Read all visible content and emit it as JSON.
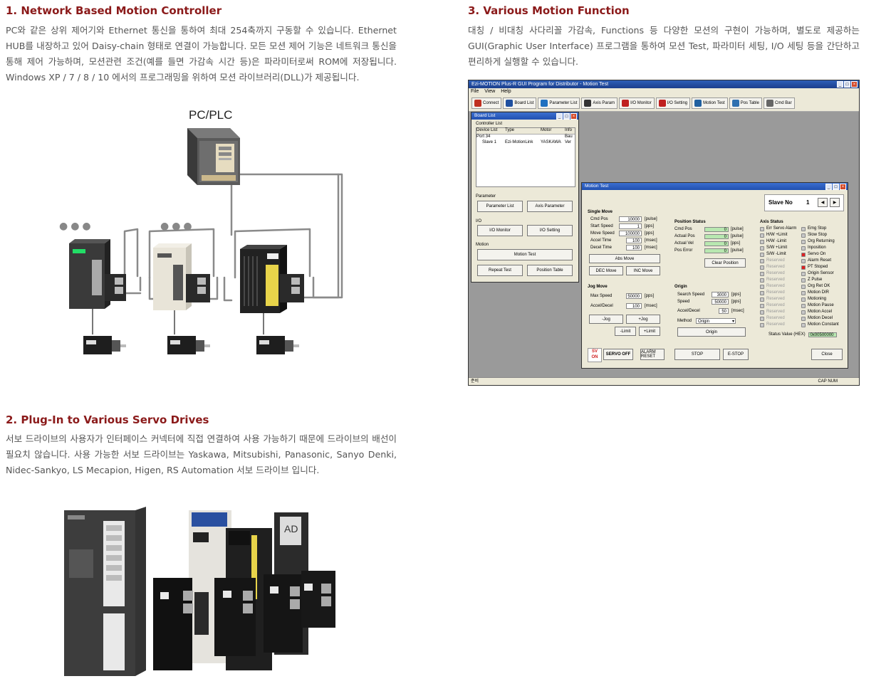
{
  "section1": {
    "title": "1. Network Based Motion Controller",
    "body": "PC와 같은 상위 제어기와 Ethernet 통신을 통하여 최대 254축까지 구동할 수 있습니다. Ethernet HUB를 내장하고 있어 Daisy-chain 형태로 연결이 가능합니다. 모든 모션 제어 기능은 네트워크 통신을 통해 제어 가능하며, 모션관련 조건(예를 들면 가감속 시간 등)은 파라미터로써 ROM에 저장됩니다. Windows XP / 7 / 8 / 10 에서의 프로그래밍을 위하여 모션 라이브러리(DLL)가 제공됩니다.",
    "diagram_label": "PC/PLC"
  },
  "section2": {
    "title": "2. Plug-In to Various Servo Drives",
    "body": "서보 드라이브의 사용자가 인터페이스 커넥터에 직접 연결하여 사용 가능하기 때문에 드라이브의 배선이 필요치 않습니다. 사용 가능한 서보 드라이브는 Yaskawa, Mitsubishi, Panasonic, Sanyo Denki, Nidec-Sankyo, LS Mecapion, Higen, RS Automation 서보 드라이브 입니다."
  },
  "section3": {
    "title": "3. Various Motion Function",
    "body": "대칭 / 비대칭 사다리꼴 가감속, Functions 등 다양한 모션의 구현이 가능하며, 별도로 제공하는 GUI(Graphic User Interface) 프로그램을 통하여 모션 Test, 파라미터 세팅, I/O 세팅 등을 간단하고 편리하게 실행할 수 있습니다."
  },
  "gui": {
    "title": "Ezi-MOTION Plus-R GUI Program for Distributor - Motion Test",
    "menu": [
      "File",
      "View",
      "Help"
    ],
    "toolbar": [
      {
        "label": "Connect",
        "icon": "plug-icon",
        "color": "#c03020"
      },
      {
        "label": "Board List",
        "icon": "board-icon",
        "color": "#2050a0"
      },
      {
        "label": "Parameter List",
        "icon": "list-icon",
        "color": "#2070c0"
      },
      {
        "label": "Axis Param",
        "icon": "axis-icon",
        "color": "#333333"
      },
      {
        "label": "I/O Monitor",
        "icon": "io-monitor-icon",
        "color": "#c02020"
      },
      {
        "label": "I/O Setting",
        "icon": "io-setting-icon",
        "color": "#c02020"
      },
      {
        "label": "Motion Test",
        "icon": "motion-icon",
        "color": "#2060a0"
      },
      {
        "label": "Pos Table",
        "icon": "table-icon",
        "color": "#3070b0"
      },
      {
        "label": "Cmd Bar",
        "icon": "cmd-icon",
        "color": "#666666"
      }
    ],
    "board_list": {
      "title": "Board List",
      "controller_list": "Controller List",
      "columns": [
        "Device List",
        "Type",
        "Motor",
        "Info"
      ],
      "rows": [
        {
          "device": "Port 34",
          "type": "",
          "motor": "",
          "info": "Bau"
        },
        {
          "device": "Slave 1",
          "type": "Ezi-MotionLink",
          "motor": "YASKAWA",
          "info": "Ver"
        }
      ],
      "parameter_group": "Parameter",
      "param_list_btn": "Parameter List",
      "axis_param_btn": "Axis Parameter",
      "io_group": "I/O",
      "io_monitor_btn": "I/O Monitor",
      "io_setting_btn": "I/O Setting",
      "motion_group": "Motion",
      "motion_test_btn": "Motion Test",
      "repeat_test_btn": "Repeat Test",
      "position_table_btn": "Position Table"
    },
    "motion_test": {
      "title": "Motion Test",
      "slave_label": "Slave No",
      "slave_no": "1",
      "single_move": {
        "title": "Single Move",
        "fields": [
          {
            "label": "Cmd Pos",
            "value": "10000",
            "unit": "[pulse]"
          },
          {
            "label": "Start Speed",
            "value": "1",
            "unit": "[pps]"
          },
          {
            "label": "Move Speed",
            "value": "100000",
            "unit": "[pps]"
          },
          {
            "label": "Accel Time",
            "value": "100",
            "unit": "[msec]"
          },
          {
            "label": "Decel Time",
            "value": "100",
            "unit": "[msec]"
          }
        ],
        "abs_move": "Abs Move",
        "dec_move": "DEC Move",
        "inc_move": "INC Move"
      },
      "position_status": {
        "title": "Position Status",
        "fields": [
          {
            "label": "Cmd Pos",
            "value": "0",
            "unit": "[pulse]"
          },
          {
            "label": "Actual Pos",
            "value": "0",
            "unit": "[pulse]"
          },
          {
            "label": "Actual Vel",
            "value": "0",
            "unit": "[pps]"
          },
          {
            "label": "Pos Error",
            "value": "0",
            "unit": "[pulse]"
          }
        ],
        "clear_btn": "Clear Position"
      },
      "jog_move": {
        "title": "Jog Move",
        "fields": [
          {
            "label": "Max Speed",
            "value": "50000",
            "unit": "[pps]"
          },
          {
            "label": "Accel/Decel",
            "value": "100",
            "unit": "[msec]"
          }
        ],
        "minus_jog": "-Jog",
        "plus_jog": "+Jog",
        "minus_limit": "-Limit",
        "plus_limit": "+Limit"
      },
      "origin": {
        "title": "Origin",
        "fields": [
          {
            "label": "Search Speed",
            "value": "3000",
            "unit": "[pps]"
          },
          {
            "label": "Speed",
            "value": "50000",
            "unit": "[pps]"
          },
          {
            "label": "Accel/Decel",
            "value": "50",
            "unit": "[msec]"
          }
        ],
        "method_label": "Method",
        "method_value": "Origin",
        "origin_btn": "Origin"
      },
      "axis_status": {
        "title": "Axis Status",
        "left": [
          {
            "label": "Err Servo Alarm",
            "state": "off"
          },
          {
            "label": "H/W +Limit",
            "state": "off"
          },
          {
            "label": "H/W -Limit",
            "state": "off"
          },
          {
            "label": "S/W +Limit",
            "state": "off"
          },
          {
            "label": "S/W -Limit",
            "state": "off"
          },
          {
            "label": "Reserved",
            "state": "dim"
          },
          {
            "label": "Reserved",
            "state": "dim"
          },
          {
            "label": "Reserved",
            "state": "dim"
          },
          {
            "label": "Reserved",
            "state": "dim"
          },
          {
            "label": "Reserved",
            "state": "dim"
          },
          {
            "label": "Reserved",
            "state": "dim"
          },
          {
            "label": "Reserved",
            "state": "dim"
          },
          {
            "label": "Reserved",
            "state": "dim"
          },
          {
            "label": "Reserved",
            "state": "dim"
          },
          {
            "label": "Reserved",
            "state": "dim"
          },
          {
            "label": "Reserved",
            "state": "dim"
          }
        ],
        "right": [
          {
            "label": "Emg Stop",
            "state": "off"
          },
          {
            "label": "Slow Stop",
            "state": "off"
          },
          {
            "label": "Org Returning",
            "state": "off"
          },
          {
            "label": "Inposition",
            "state": "off"
          },
          {
            "label": "Servo On",
            "state": "red"
          },
          {
            "label": "Alarm Reset",
            "state": "off"
          },
          {
            "label": "PT Stoped",
            "state": "red"
          },
          {
            "label": "Origin Sensor",
            "state": "off"
          },
          {
            "label": "Z Pulse",
            "state": "off"
          },
          {
            "label": "Org Ret OK",
            "state": "off"
          },
          {
            "label": "Motion DIR",
            "state": "off"
          },
          {
            "label": "Motioning",
            "state": "off"
          },
          {
            "label": "Motion Pause",
            "state": "off"
          },
          {
            "label": "Motion Accel",
            "state": "off"
          },
          {
            "label": "Motion Decel",
            "state": "off"
          },
          {
            "label": "Motion Constant",
            "state": "off"
          }
        ],
        "status_label": "Status Value (HEX)",
        "status_value": "0x00500000"
      },
      "sv_on_label": "SV ON",
      "servo_off": "SERVO OFF",
      "alarm_reset": "ALARM RESET",
      "stop": "STOP",
      "estop": "E-STOP",
      "close": "Close"
    },
    "status_bar_left": "준비",
    "status_bar_right": "CAP NUM"
  }
}
